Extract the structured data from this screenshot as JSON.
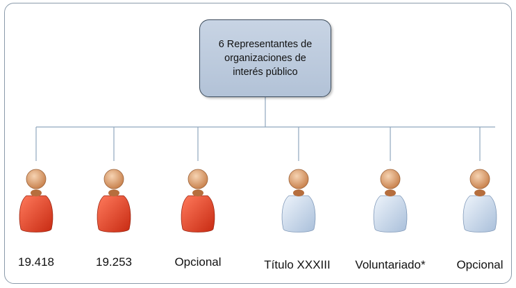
{
  "root": {
    "label": "6 Representantes de\norganizaciones de\ninterés público"
  },
  "members": [
    {
      "label": "19.418",
      "color": "red"
    },
    {
      "label": "19.253",
      "color": "red"
    },
    {
      "label": "Opcional",
      "color": "red"
    },
    {
      "label": "Título XXXIII",
      "color": "blue"
    },
    {
      "label": "Voluntariado*",
      "color": "blue"
    },
    {
      "label": "Opcional",
      "color": "blue"
    }
  ],
  "colors": {
    "red_body": "#e8482c",
    "blue_body": "#d3e1f2",
    "head": "#e9a978",
    "connector": "#8fa6bd"
  }
}
